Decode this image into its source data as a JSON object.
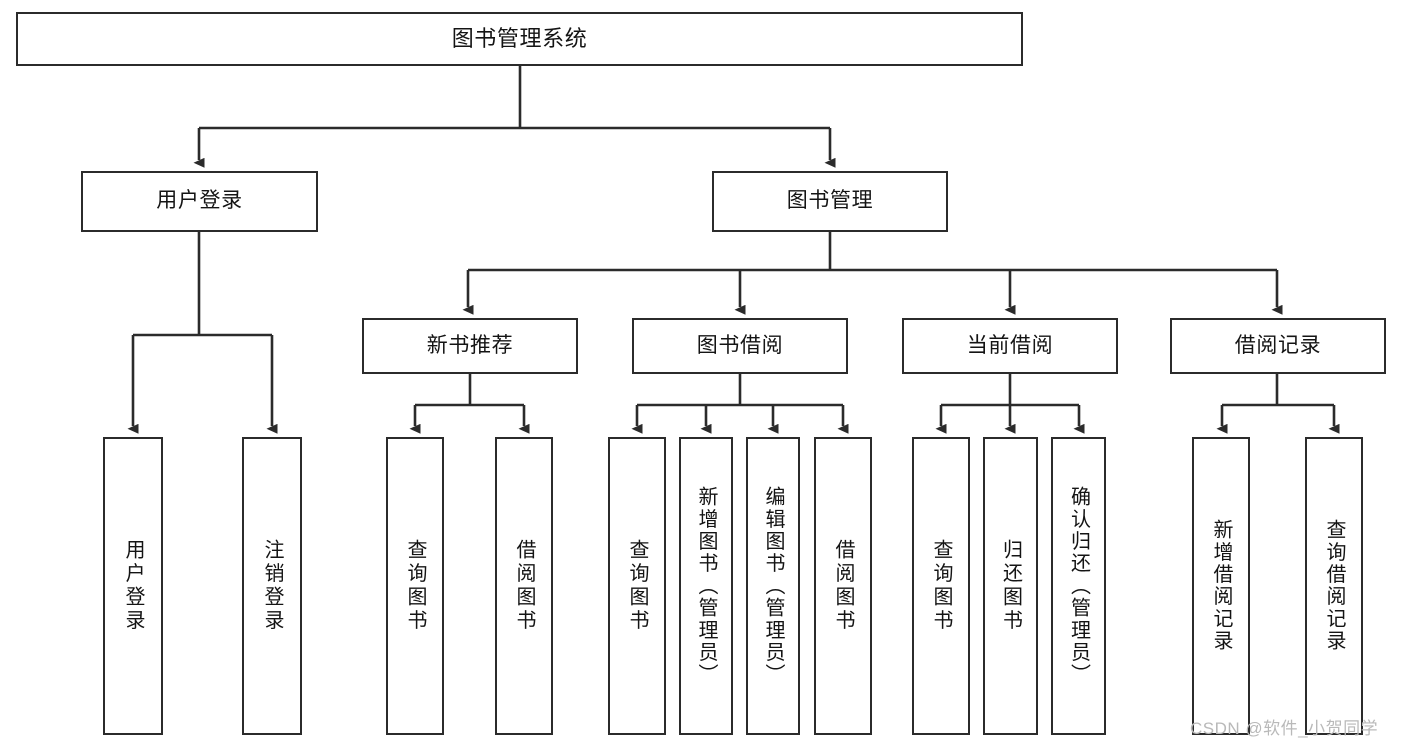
{
  "diagram": {
    "title": "图书管理系统",
    "type": "tree-hierarchy-chart",
    "root": {
      "label": "图书管理系统"
    },
    "level2": [
      {
        "label": "用户登录"
      },
      {
        "label": "图书管理"
      }
    ],
    "level3": [
      {
        "label": "新书推荐"
      },
      {
        "label": "图书借阅"
      },
      {
        "label": "当前借阅"
      },
      {
        "label": "借阅记录"
      }
    ],
    "leaves": {
      "user_login": [
        {
          "label": "用户登录"
        },
        {
          "label": "注销登录"
        }
      ],
      "new_book_recommend": [
        {
          "label": "查询图书"
        },
        {
          "label": "借阅图书"
        }
      ],
      "book_borrow": [
        {
          "label": "查询图书"
        },
        {
          "label": "新增图书（管理员）"
        },
        {
          "label": "编辑图书（管理员）"
        },
        {
          "label": "借阅图书"
        }
      ],
      "current_borrow": [
        {
          "label": "查询图书"
        },
        {
          "label": "归还图书"
        },
        {
          "label": "确认归还（管理员）"
        }
      ],
      "borrow_record": [
        {
          "label": "新增借阅记录"
        },
        {
          "label": "查询借阅记录"
        }
      ]
    }
  },
  "watermark": {
    "text": "CSDN @软件_小贺同学"
  },
  "colors": {
    "border": "#2b2b2b",
    "text": "#141414",
    "background": "#ffffff",
    "watermark": "#b9b9b9"
  }
}
